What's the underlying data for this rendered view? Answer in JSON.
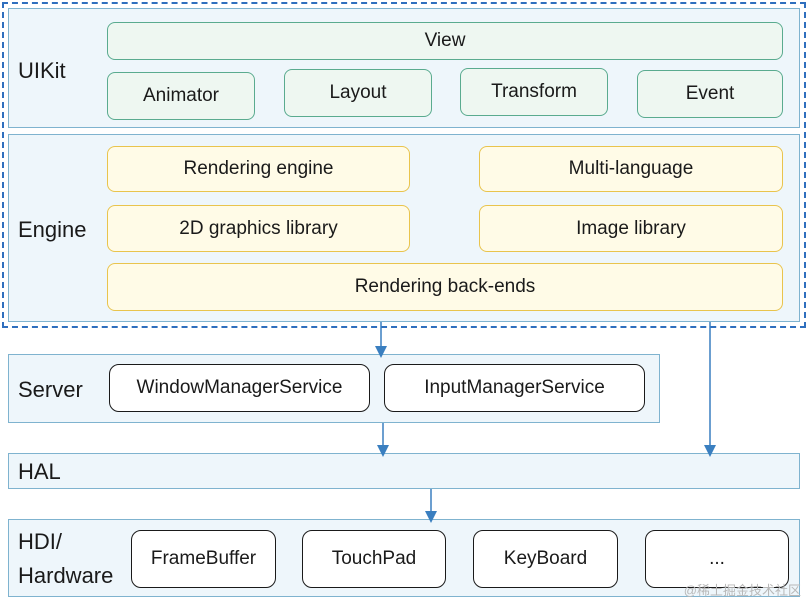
{
  "uikit": {
    "label": "UIKit",
    "view": "View",
    "items": [
      "Animator",
      "Layout",
      "Transform",
      "Event"
    ]
  },
  "engine": {
    "label": "Engine",
    "rendering_engine": "Rendering engine",
    "multi_language": "Multi-language",
    "graphics_2d": "2D graphics library",
    "image_library": "Image library",
    "rendering_backends": "Rendering back-ends"
  },
  "server": {
    "label": "Server",
    "items": [
      "WindowManagerService",
      "InputManagerService"
    ]
  },
  "hal": {
    "label": "HAL"
  },
  "hardware": {
    "label_line1": "HDI/",
    "label_line2": "Hardware",
    "items": [
      "FrameBuffer",
      "TouchPad",
      "KeyBoard",
      "..."
    ]
  },
  "watermark": "@稀土掘金技术社区",
  "colors": {
    "dashed_border": "#2f6fbe",
    "layer_bg": "#eef6fb",
    "green_box": "#eef7f1",
    "yellow_box": "#fffbe7",
    "arrow": "#3a7fc0"
  }
}
